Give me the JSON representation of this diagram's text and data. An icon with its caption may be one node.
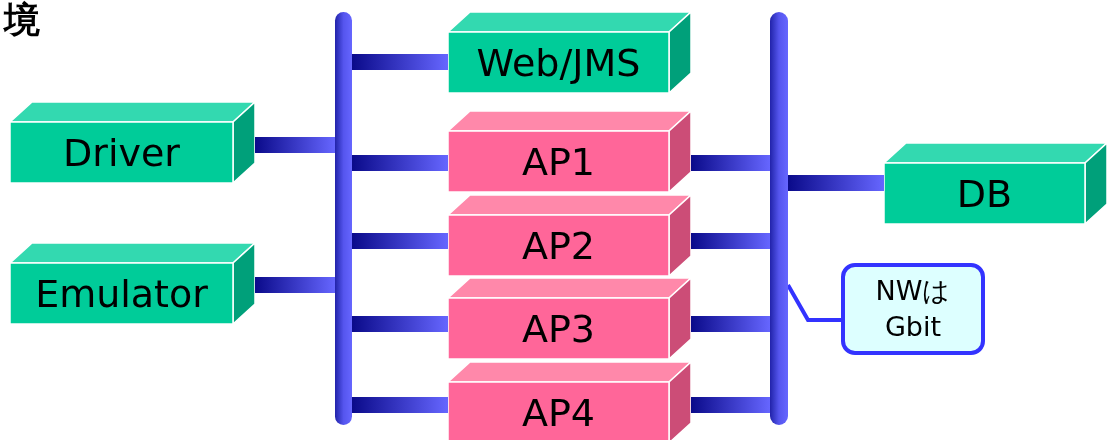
{
  "diagram": {
    "title": "境",
    "nodes": [
      {
        "text": [
          "Driver"
        ]
      },
      {
        "text": [
          "Emulator"
        ]
      },
      {
        "text": [],
        "shape": "bar"
      },
      {
        "text": [
          "Web/JMS"
        ]
      },
      {
        "text": [
          "AP1"
        ]
      },
      {
        "text": [
          "AP2"
        ]
      },
      {
        "text": [
          "AP3"
        ]
      },
      {
        "text": [
          "AP4"
        ]
      },
      {
        "text": [],
        "shape": "bar"
      },
      {
        "text": [
          "DB"
        ]
      },
      {
        "text": [
          "NWは Gbit"
        ]
      }
    ],
    "edges": [
      {
        "from": 0,
        "to": 2,
        "arrow": "none",
        "style": "thick"
      },
      {
        "from": 1,
        "to": 2,
        "arrow": "none",
        "style": "thick"
      },
      {
        "from": 2,
        "to": 3,
        "arrow": "none",
        "style": "thick"
      },
      {
        "from": 2,
        "to": 4,
        "arrow": "none",
        "style": "thick"
      },
      {
        "from": 2,
        "to": 5,
        "arrow": "none",
        "style": "thick"
      },
      {
        "from": 2,
        "to": 6,
        "arrow": "none",
        "style": "thick"
      },
      {
        "from": 2,
        "to": 7,
        "arrow": "none",
        "style": "thick"
      },
      {
        "from": 4,
        "to": 8,
        "arrow": "none",
        "style": "thick"
      },
      {
        "from": 5,
        "to": 8,
        "arrow": "none",
        "style": "thick"
      },
      {
        "from": 6,
        "to": 8,
        "arrow": "none",
        "style": "thick"
      },
      {
        "from": 7,
        "to": 8,
        "arrow": "none",
        "style": "thick"
      },
      {
        "from": 8,
        "to": 9,
        "arrow": "none",
        "style": "thick"
      },
      {
        "from": 10,
        "to": 8,
        "arrow": "none",
        "color": "#3333ff"
      }
    ]
  }
}
